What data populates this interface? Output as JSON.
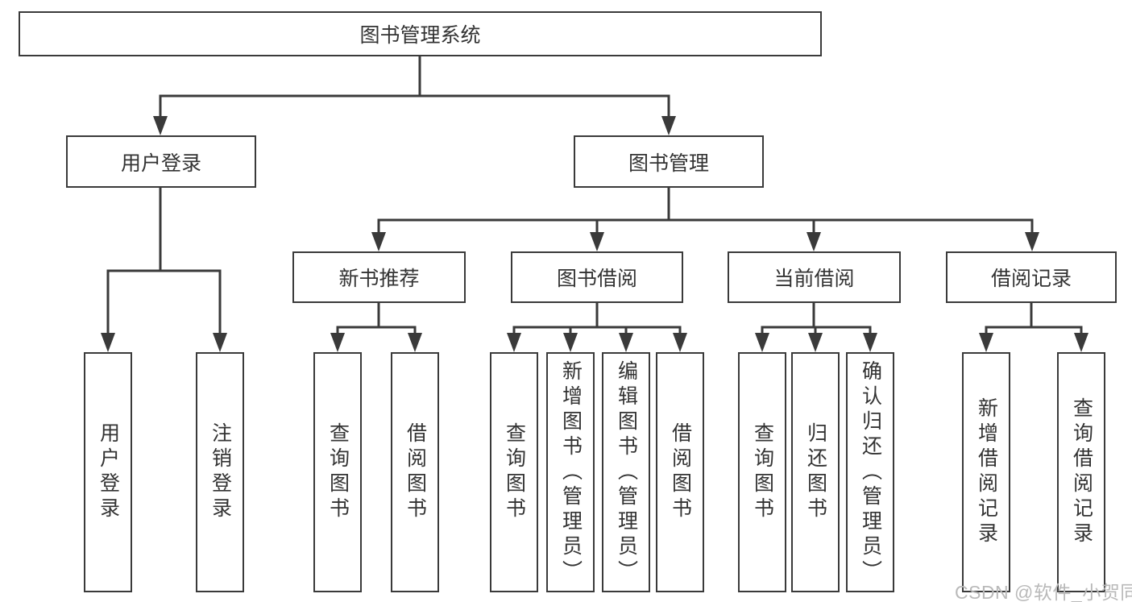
{
  "colors": {
    "line": "#3a3a3a",
    "text": "#333333",
    "watermark": "#b9b9b9",
    "background": "#ffffff"
  },
  "watermark": {
    "text": "CSDN @软件_小贺同学"
  },
  "tree": {
    "root": {
      "label": "图书管理系统"
    },
    "level2": [
      {
        "label": "用户登录",
        "children": [
          {
            "label": "用户登录"
          },
          {
            "label": "注销登录"
          }
        ]
      },
      {
        "label": "图书管理",
        "children": [
          {
            "label": "新书推荐",
            "children": [
              {
                "label": "查询图书"
              },
              {
                "label": "借阅图书"
              }
            ]
          },
          {
            "label": "图书借阅",
            "children": [
              {
                "label": "查询图书"
              },
              {
                "label": "新增图书（管理员）"
              },
              {
                "label": "编辑图书（管理员）"
              },
              {
                "label": "借阅图书"
              }
            ]
          },
          {
            "label": "当前借阅",
            "children": [
              {
                "label": "查询图书"
              },
              {
                "label": "归还图书"
              },
              {
                "label": "确认归还（管理员）"
              }
            ]
          },
          {
            "label": "借阅记录",
            "children": [
              {
                "label": "新增借阅记录"
              },
              {
                "label": "查询借阅记录"
              }
            ]
          }
        ]
      }
    ]
  }
}
